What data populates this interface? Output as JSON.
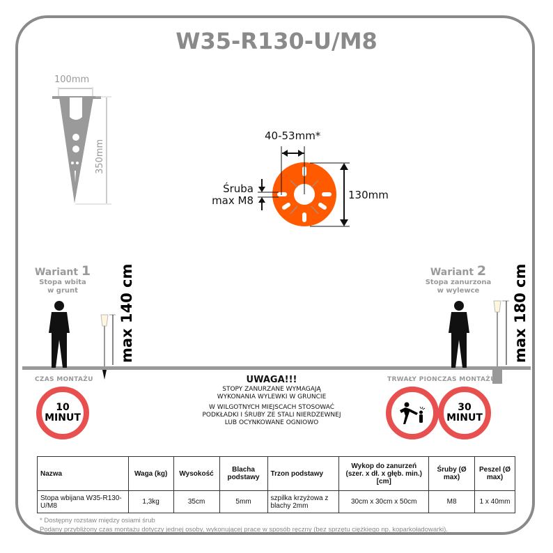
{
  "title": "W35-R130-U/M8",
  "spike": {
    "width_label": "100mm",
    "height_label": "350mm"
  },
  "plate": {
    "spacing_label": "40-53mm*",
    "bolt_label_1": "Śruba",
    "bolt_label_2": "max M8",
    "diameter_label": "130mm",
    "color": "#ff5a00"
  },
  "variant1": {
    "word": "Wariant",
    "number": "1",
    "line1": "Stopa wbita",
    "line2": "w grunt",
    "height_label": "max 140 cm",
    "time_caption": "CZAS MONTAŻU",
    "time_value": "10",
    "time_unit": "MINUT"
  },
  "variant2": {
    "word": "Wariant",
    "number": "2",
    "line1": "Stopa zanurzona",
    "line2": "w wylewce",
    "height_label": "max 180 cm",
    "pion_caption": "TRWAŁY PION",
    "time_caption": "CZAS MONTAŻU",
    "time_value": "30",
    "time_unit": "MINUT"
  },
  "warning": {
    "heading": "UWAGA!!!",
    "p1_l1": "STOPY ZANURZANE WYMAGAJĄ",
    "p1_l2": "WYKONANIA WYLEWKI W GRUNCIE",
    "p2_l1": "W WILGOTNYCH MIEJSCACH STOSOWAĆ",
    "p2_l2": "PODKŁADKI I ŚRUBY ZE STALI NIERDZEWNEJ",
    "p2_l3": "LUB OCYNKOWANE OGNIOWO"
  },
  "table": {
    "headers": [
      "Nazwa",
      "Waga (kg)",
      "Wysokość",
      "Blacha podstawy",
      "Trzon podstawy",
      "Wykop do zanurzeń (szer. x dł. x głęb. min.) [cm]",
      "Śruby (Ø max)",
      "Peszel (Ø max)"
    ],
    "row": [
      "Stopa wbijana W35-R130-U/M8",
      "1,3kg",
      "35cm",
      "5mm",
      "szpilka krzyżowa z blachy 2mm",
      "30cm x 30cm x 50cm",
      "M8",
      "1 x 40mm"
    ]
  },
  "notes": [
    "* Dostępny rozstaw między osiami śrub",
    "Podany przybliżony czas montażu dotyczy jednej osoby, wykonującej prace w sposób ręczny (bez sprzętu ciężkiego np. koparkoładowarki)."
  ],
  "colors": {
    "frame": "#8a8a8a",
    "sign_ring": "#e85050",
    "ground": "#999999"
  }
}
